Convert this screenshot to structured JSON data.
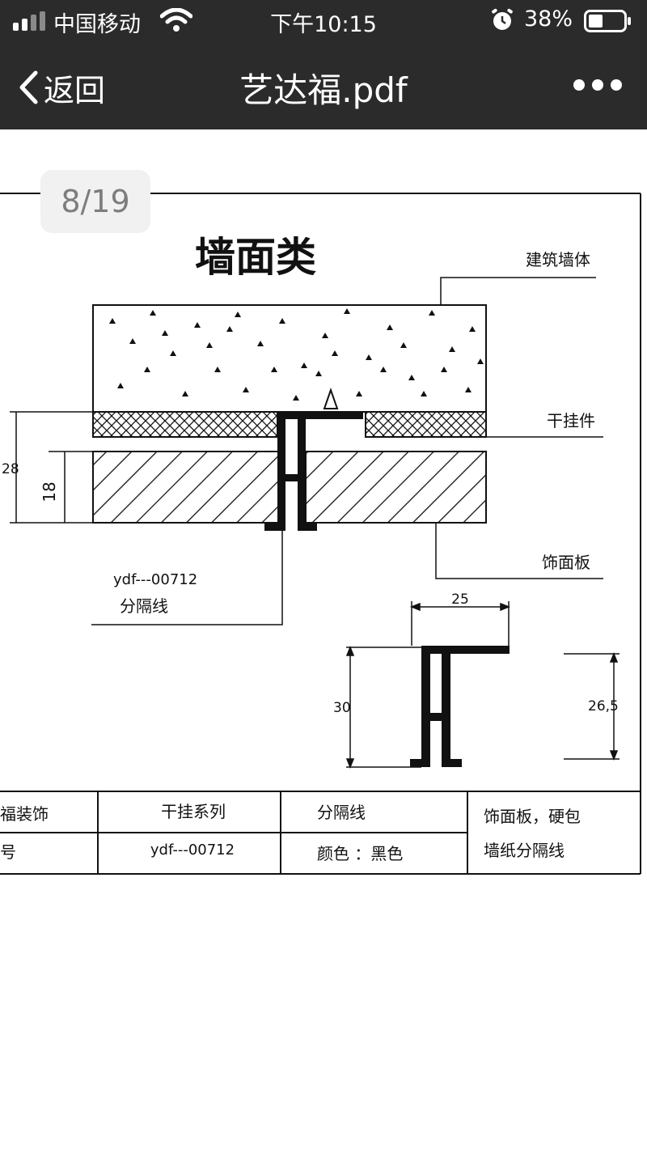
{
  "status_bar": {
    "carrier": "中国移动",
    "time": "下午10:15",
    "battery": "38%"
  },
  "nav": {
    "back_label": "返回",
    "title": "艺达福.pdf"
  },
  "viewer": {
    "page_indicator": "8/19"
  },
  "drawing": {
    "title": "墙面类",
    "labels": {
      "wall": "建筑墙体",
      "hanger": "干挂件",
      "panel": "饰面板",
      "model": "ydf---00712",
      "divider": "分隔线"
    },
    "dimensions": {
      "d28": "28",
      "d18": "18",
      "d25": "25",
      "d30": "30",
      "d265": "26,5"
    },
    "table": {
      "r1c1": "福装饰",
      "r2c1": "号",
      "r1c2": "干挂系列",
      "r2c2": "ydf---00712",
      "r1c3": "分隔线",
      "r2c3": "颜色 ：黑色",
      "c4_line1": "饰面板，硬包",
      "c4_line2": "墙纸分隔线"
    }
  }
}
